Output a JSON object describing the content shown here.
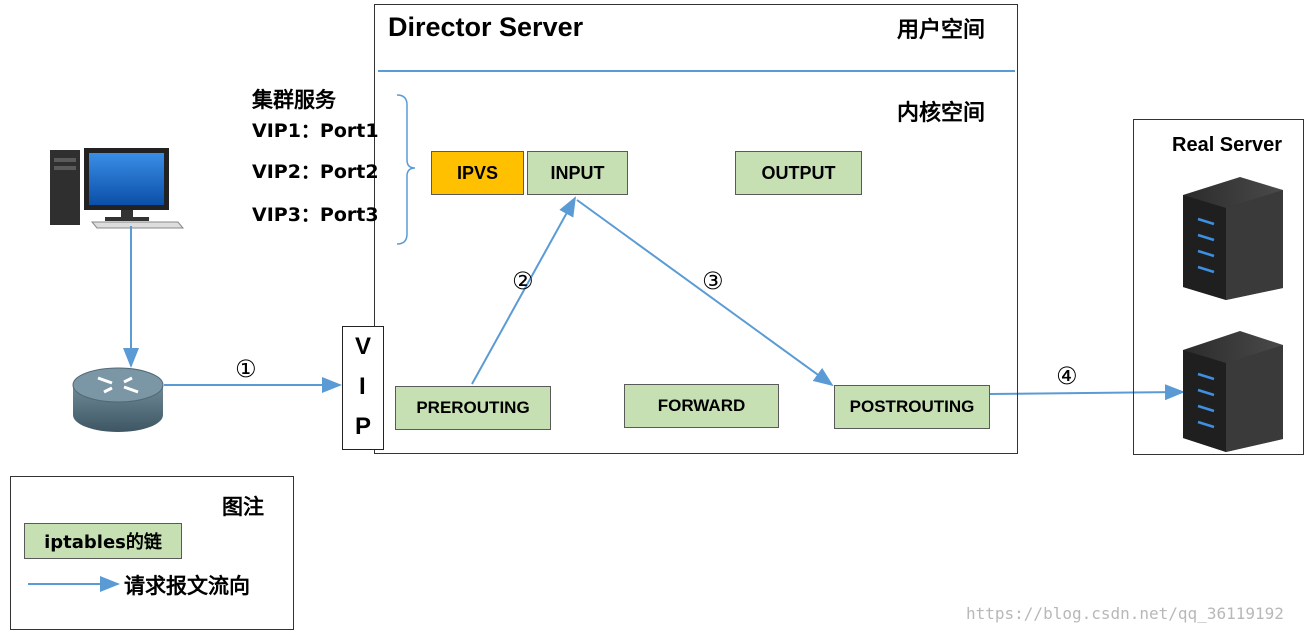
{
  "director": {
    "title": "Director Server",
    "user_space": "用户空间",
    "kernel_space": "内核空间"
  },
  "cluster": {
    "title": "集群服务",
    "items": [
      "VIP1：Port1",
      "VIP2：Port2",
      "VIP3：Port3"
    ]
  },
  "chains": {
    "ipvs": "IPVS",
    "input": "INPUT",
    "output": "OUTPUT",
    "prerouting": "PREROUTING",
    "forward": "FORWARD",
    "postrouting": "POSTROUTING"
  },
  "vip": [
    "V",
    "I",
    "P"
  ],
  "real_server": {
    "title": "Real Server"
  },
  "steps": [
    "①",
    "②",
    "③",
    "④"
  ],
  "legend": {
    "title": "图注",
    "chain_label": "iptables的链",
    "flow_label": "请求报文流向"
  },
  "watermark": "https://blog.csdn.net/qq_36119192",
  "colors": {
    "chain": "#c6e0b4",
    "ipvs": "#ffc000",
    "arrow": "#5b9bd5",
    "server_led": "#3d8fe0"
  }
}
